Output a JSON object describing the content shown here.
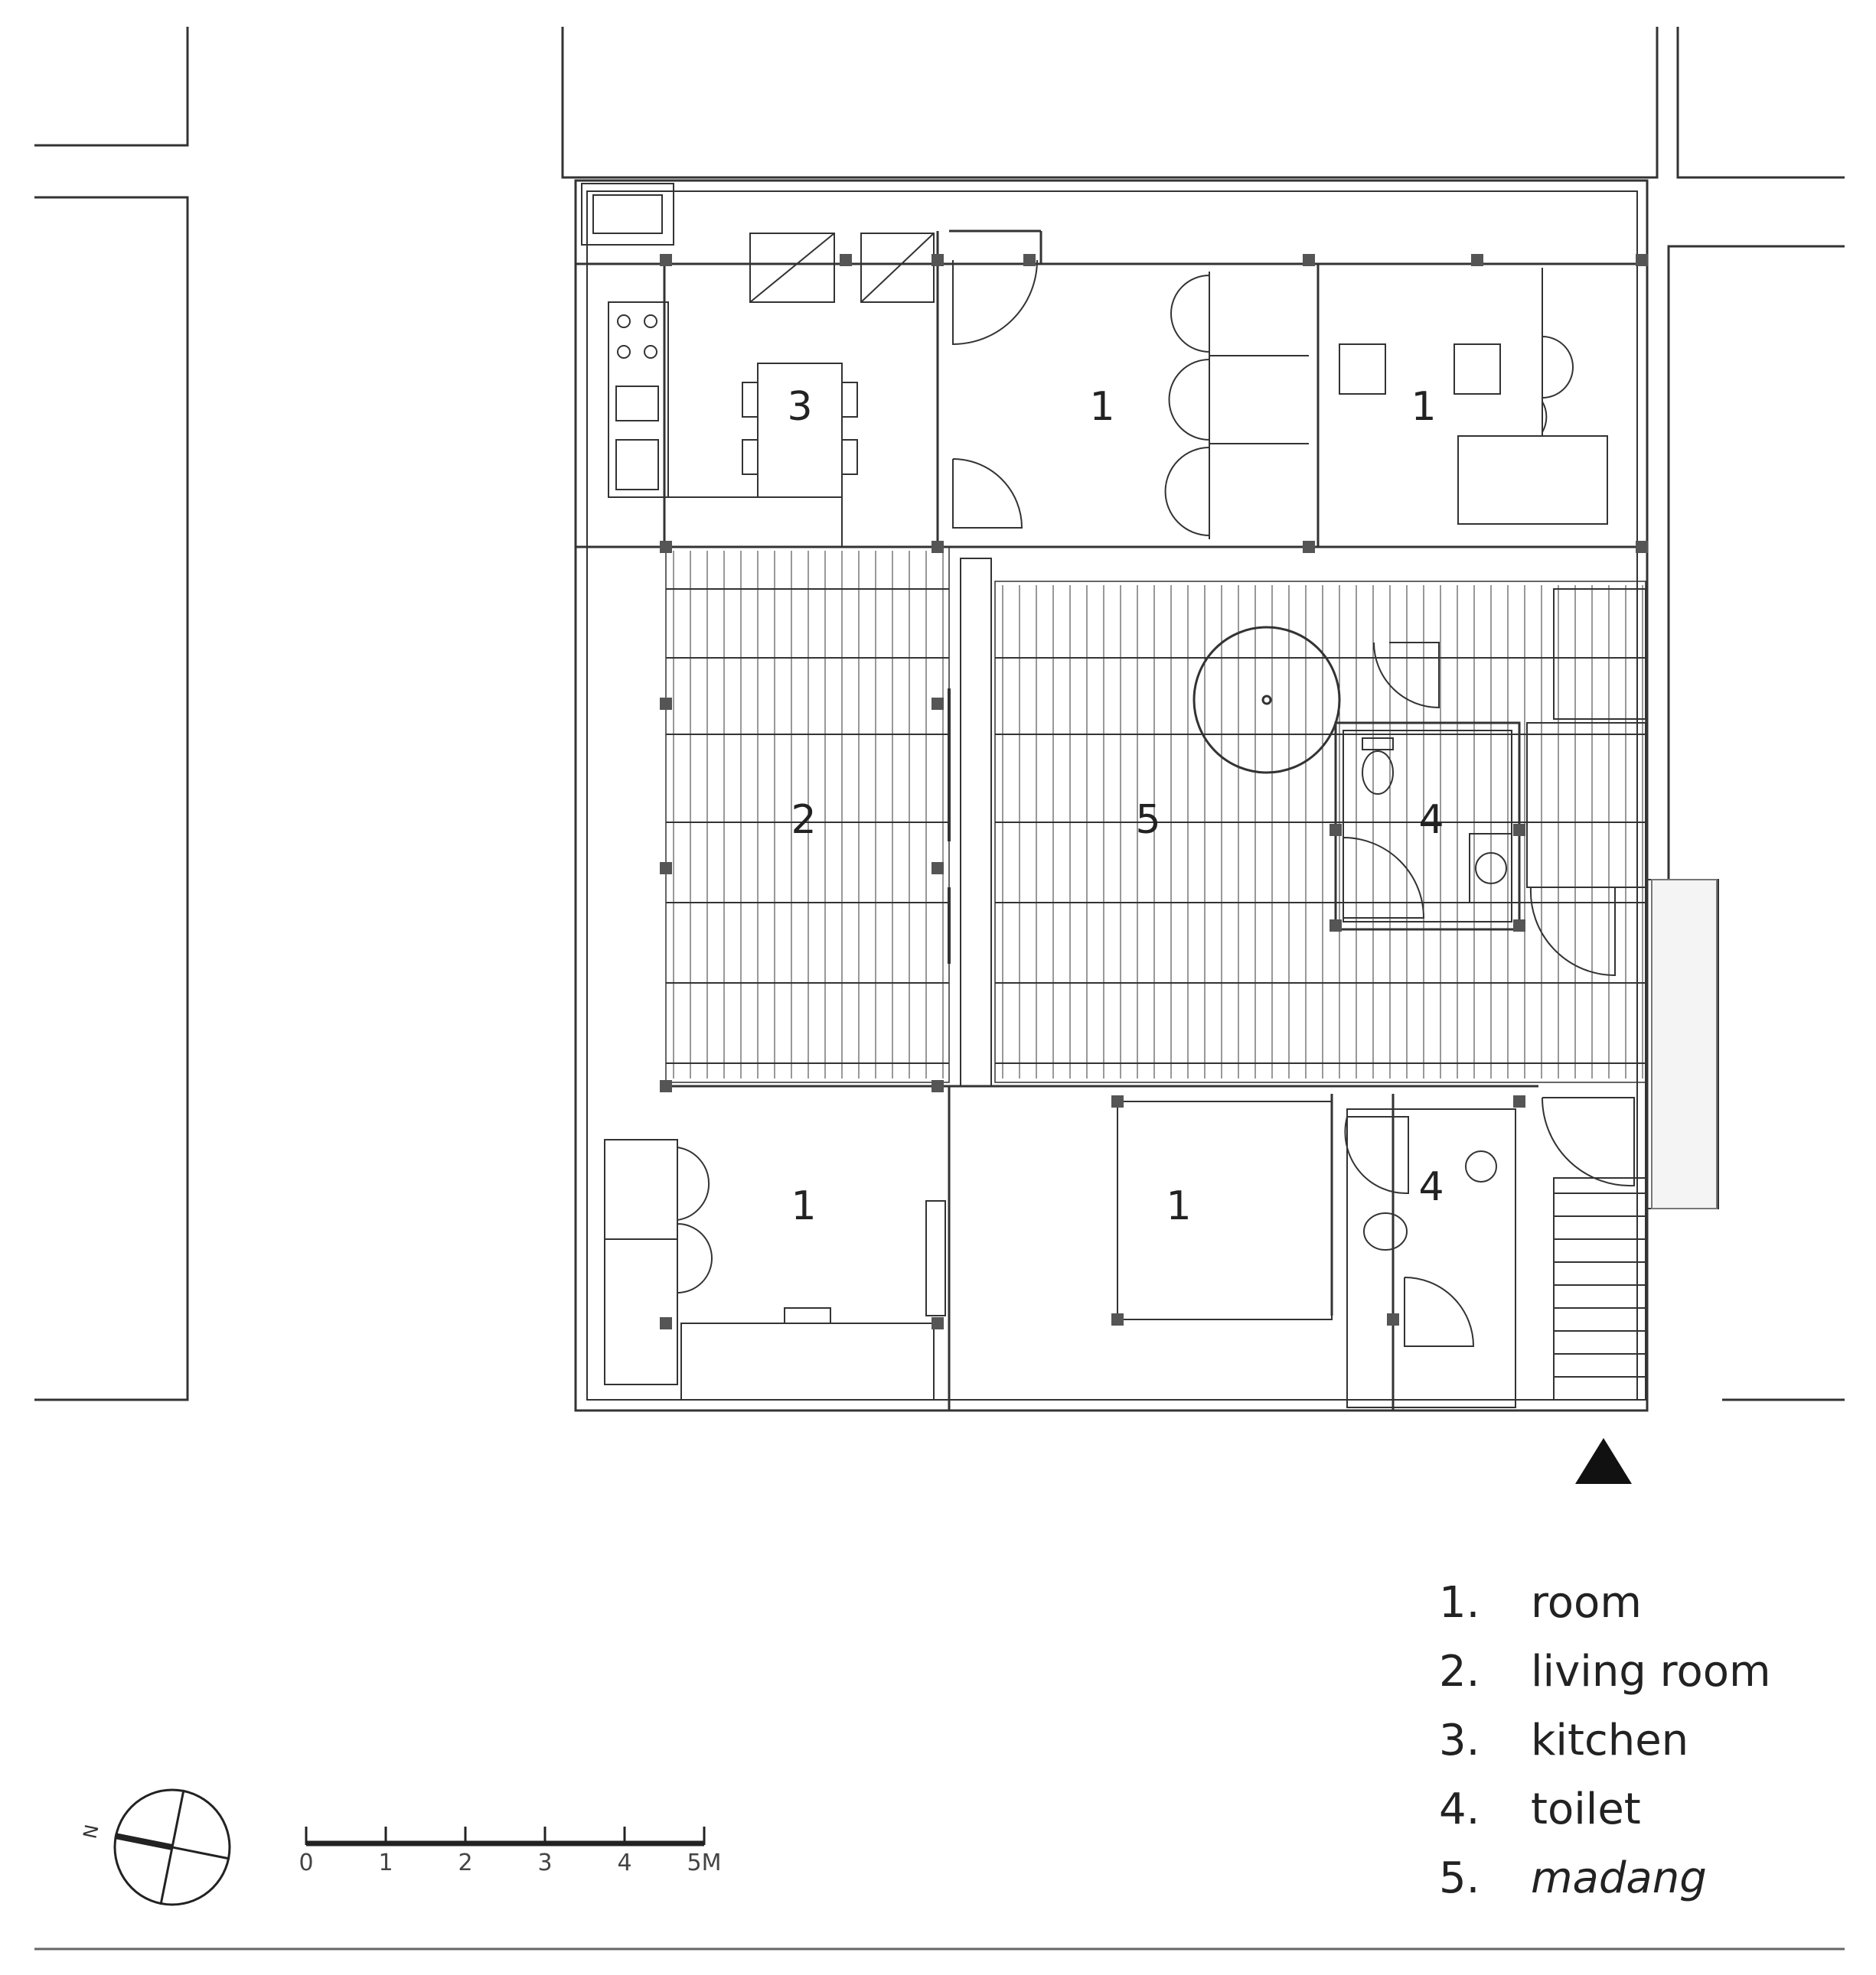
{
  "rooms": [
    {
      "id": "room-nw",
      "number": "3"
    },
    {
      "id": "room-n-center",
      "number": "1"
    },
    {
      "id": "room-ne",
      "number": "1"
    },
    {
      "id": "living",
      "number": "2"
    },
    {
      "id": "madang",
      "number": "5"
    },
    {
      "id": "toilet-east",
      "number": "4"
    },
    {
      "id": "room-sw",
      "number": "1"
    },
    {
      "id": "room-s-center",
      "number": "1"
    },
    {
      "id": "toilet-south",
      "number": "4"
    }
  ],
  "legend": [
    {
      "num": "1.",
      "text": "room",
      "italic": false
    },
    {
      "num": "2.",
      "text": "living room",
      "italic": false
    },
    {
      "num": "3.",
      "text": "kitchen",
      "italic": false
    },
    {
      "num": "4.",
      "text": "toilet",
      "italic": false
    },
    {
      "num": "5.",
      "text": "madang",
      "italic": true
    }
  ],
  "scale_bar": {
    "ticks": [
      "0",
      "1",
      "2",
      "3",
      "4",
      "5"
    ],
    "unit": "M"
  },
  "compass": {
    "north_label": "N"
  }
}
